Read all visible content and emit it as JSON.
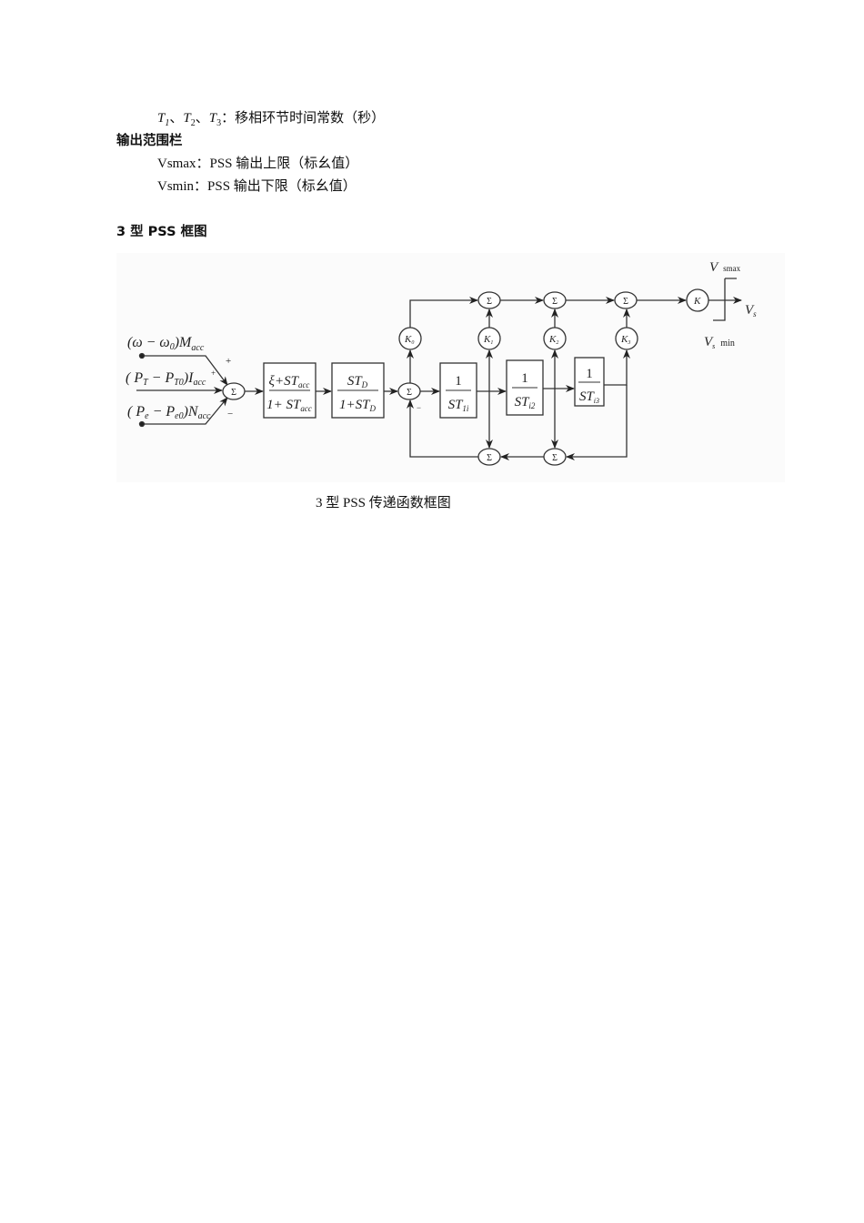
{
  "params": {
    "t_line": {
      "t1": "T",
      "t1_sub": "1",
      "sep1": "、",
      "t2": "T",
      "t2_sub": "2",
      "sep2": "、",
      "t3": "T",
      "t3_sub": "3",
      "desc": "：移相环节时间常数（秒）"
    },
    "output_range_heading": "输出范围栏",
    "vsmax_line": "Vsmax：PSS 输出上限（标幺值）",
    "vsmin_line": "Vsmin：PSS 输出下限（标幺值）"
  },
  "section_title": "3 型 PSS 框图",
  "diagram": {
    "inputs": [
      {
        "main": "(ω − ω",
        "sub": "0",
        "rest": ")M",
        "rest_sub": "acc"
      },
      {
        "main": "( P",
        "sub": "T",
        "rest": " − P",
        "rest_sub": "T0",
        "tail": ")I",
        "tail_sub": "acc"
      },
      {
        "main": "( P",
        "sub": "e",
        "rest": " − P",
        "rest_sub": "e0",
        "tail": ")N",
        "tail_sub": "acc"
      }
    ],
    "signs": {
      "plus1": "+",
      "plus2": "+",
      "minus1": "−",
      "minus2": "−"
    },
    "sigma": "Σ",
    "block1": {
      "num": "ξ+ST",
      "num_sub": "acc",
      "den": "1+ ST",
      "den_sub": "acc"
    },
    "block2": {
      "num": "ST",
      "num_sub": "D",
      "den": "1+ST",
      "den_sub": "D"
    },
    "block3": {
      "num": "1",
      "den": "ST",
      "den_sub": "1i"
    },
    "block4": {
      "num": "1",
      "den": "ST",
      "den_sub": "i2"
    },
    "block5": {
      "num": "1",
      "den": "ST",
      "den_sub": "i3"
    },
    "gains": {
      "k0": "K",
      "k0_sub": "0",
      "k1": "K",
      "k1_sub": "1",
      "k2": "K",
      "k2_sub": "2",
      "k3": "K",
      "k3_sub": "3",
      "k": "K"
    },
    "limits": {
      "vmax": "V",
      "vmax_sub": "smax",
      "vout": "V",
      "vout_sub": "s",
      "vmin": "V",
      "vmin_sub": "s",
      "vmin_tail": "min"
    }
  },
  "caption": "3 型 PSS 传递函数框图"
}
